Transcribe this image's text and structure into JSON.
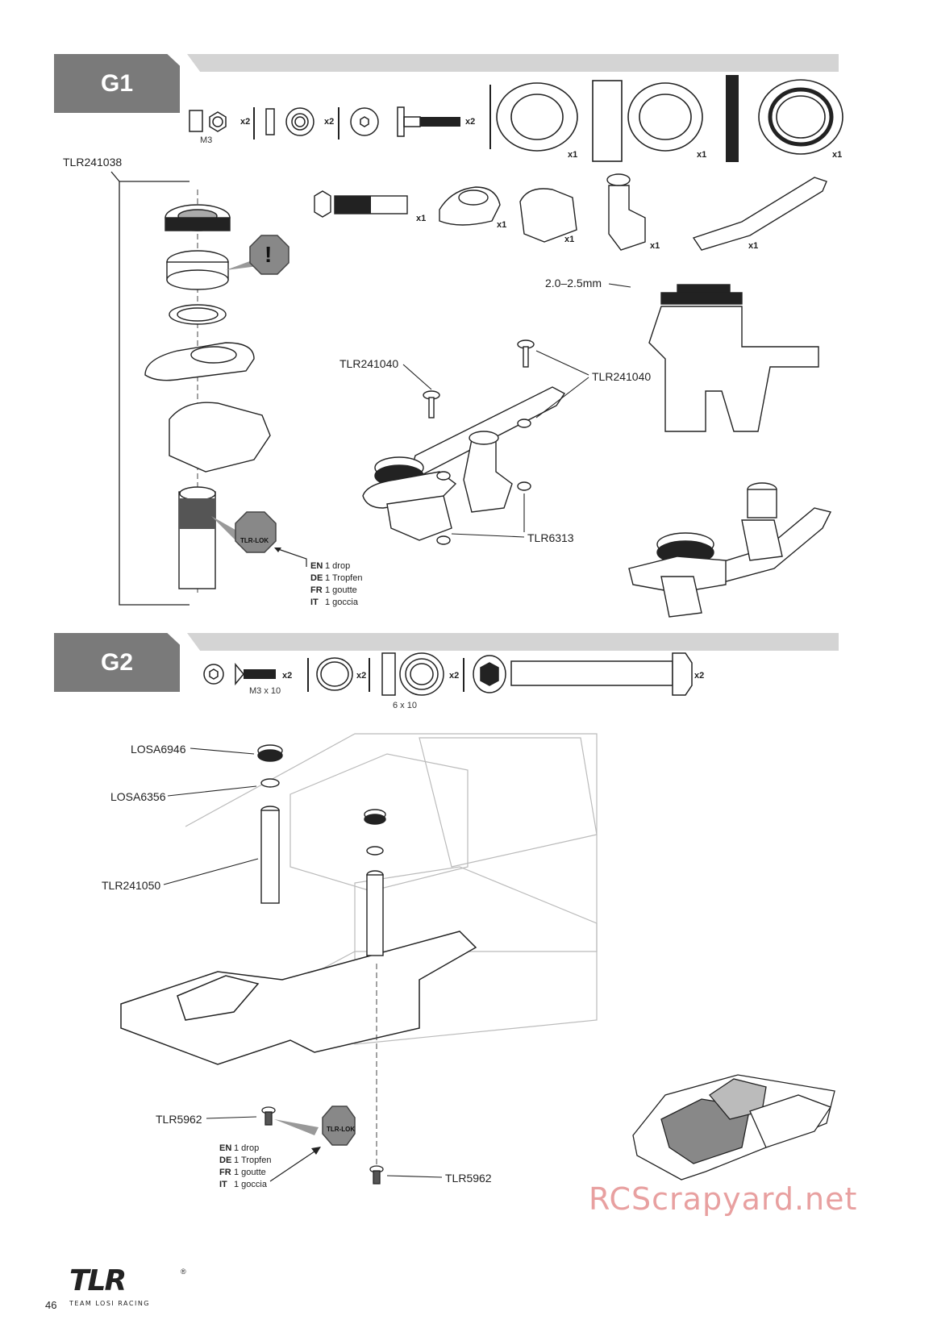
{
  "steps": {
    "g1": {
      "label": "G1"
    },
    "g2": {
      "label": "G2"
    }
  },
  "g1": {
    "hardware": {
      "nut_size": "M3",
      "nut_qty": "x2",
      "washer_qty": "x2",
      "screw_qty": "x2",
      "ring_a_qty": "x1",
      "ring_b_qty": "x1",
      "ring_c_qty": "x1"
    },
    "parts": {
      "post_qty": "x1",
      "arm_a_qty": "x1",
      "arm_b_qty": "x1",
      "arm_c_qty": "x1",
      "link_qty": "x1"
    },
    "labels": {
      "kit": "TLR241038",
      "screw_top": "TLR241040",
      "screw_right": "TLR241040",
      "nut": "TLR6313",
      "gap": "2.0–2.5mm"
    },
    "warning_icon": "!",
    "tlr_lok_label": "TLR-LOK",
    "threadlock": [
      {
        "lang": "EN",
        "text": "1 drop"
      },
      {
        "lang": "DE",
        "text": "1 Tropfen"
      },
      {
        "lang": "FR",
        "text": "1 goutte"
      },
      {
        "lang": "IT",
        "text": "1 goccia"
      }
    ]
  },
  "g2": {
    "hardware": {
      "screw_size": "M3 x 10",
      "screw_qty": "x2",
      "oring_qty": "x2",
      "bearing_size": "6 x 10",
      "bearing_qty": "x2",
      "post_qty": "x2"
    },
    "labels": {
      "bearing": "LOSA6946",
      "oring": "LOSA6356",
      "post": "TLR241050",
      "screw_left": "TLR5962",
      "screw_bottom": "TLR5962"
    },
    "tlr_lok_label": "TLR-LOK",
    "threadlock": [
      {
        "lang": "EN",
        "text": "1 drop"
      },
      {
        "lang": "DE",
        "text": "1 Tropfen"
      },
      {
        "lang": "FR",
        "text": "1 goutte"
      },
      {
        "lang": "IT",
        "text": "1 goccia"
      }
    ]
  },
  "footer": {
    "page_number": "46",
    "logo_text": "TLR",
    "logo_sub": "TEAM LOSI RACING",
    "registered": "®",
    "watermark": "RCScrapyard.net"
  }
}
